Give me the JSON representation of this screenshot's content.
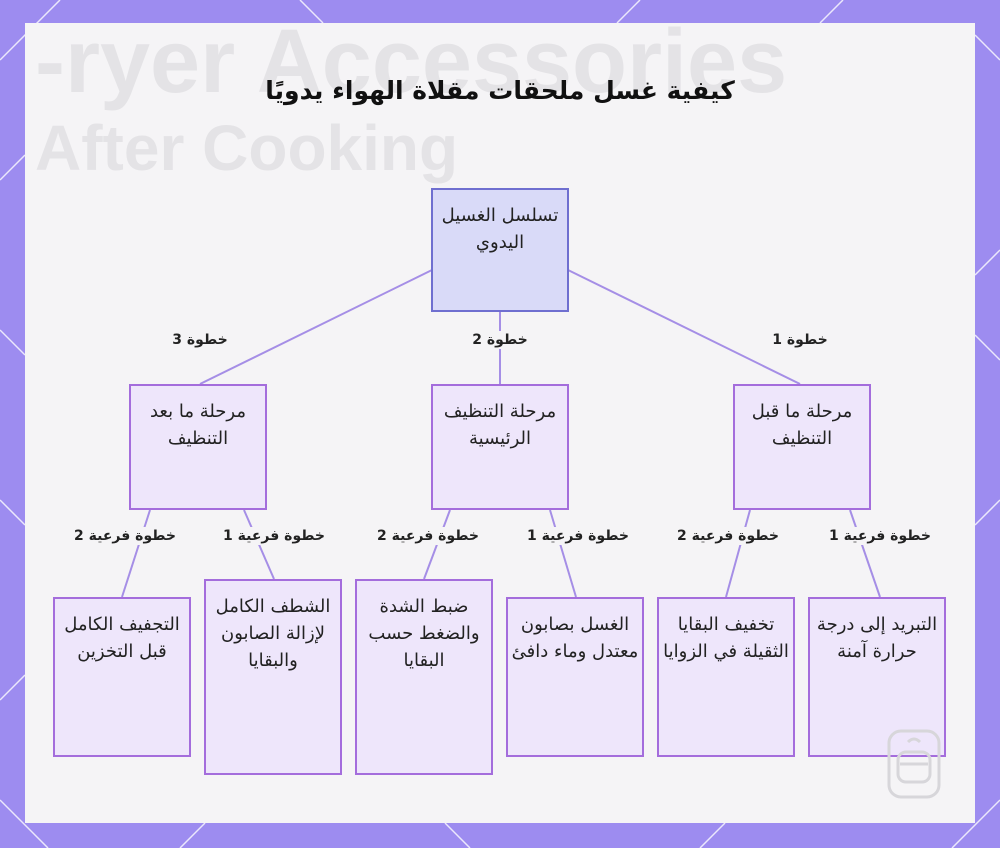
{
  "title": "كيفية غسل ملحقات مقلاة الهواء يدويًا",
  "background_text": [
    "-ryer Accessories",
    "After Cooking"
  ],
  "colors": {
    "frame": "#9d8cf0",
    "root_fill": "#d9daf8",
    "root_border": "#6f6fd0",
    "node_fill": "#eee6fb",
    "node_border": "#a46ddc",
    "edge": "#a58ee6"
  },
  "root": {
    "label": "تسلسل الغسيل اليدوي"
  },
  "stages": [
    {
      "edge_label": "خطوة 1",
      "label": "مرحلة ما قبل التنظيف",
      "steps": [
        {
          "edge_label": "خطوة فرعية 1",
          "label": "التبريد إلى درجة حرارة آمنة"
        },
        {
          "edge_label": "خطوة فرعية 2",
          "label": "تخفيف البقايا الثقيلة في الزوايا"
        }
      ]
    },
    {
      "edge_label": "خطوة 2",
      "label": "مرحلة التنظيف الرئيسية",
      "steps": [
        {
          "edge_label": "خطوة فرعية 1",
          "label": "الغسل بصابون معتدل وماء دافئ"
        },
        {
          "edge_label": "خطوة فرعية 2",
          "label": "ضبط الشدة والضغط حسب البقايا"
        }
      ]
    },
    {
      "edge_label": "خطوة 3",
      "label": "مرحلة ما بعد التنظيف",
      "steps": [
        {
          "edge_label": "خطوة فرعية 1",
          "label": "الشطف الكامل لإزالة الصابون والبقايا"
        },
        {
          "edge_label": "خطوة فرعية 2",
          "label": "التجفيف الكامل قبل التخزين"
        }
      ]
    }
  ],
  "logo_icon": "basket-logo-icon"
}
